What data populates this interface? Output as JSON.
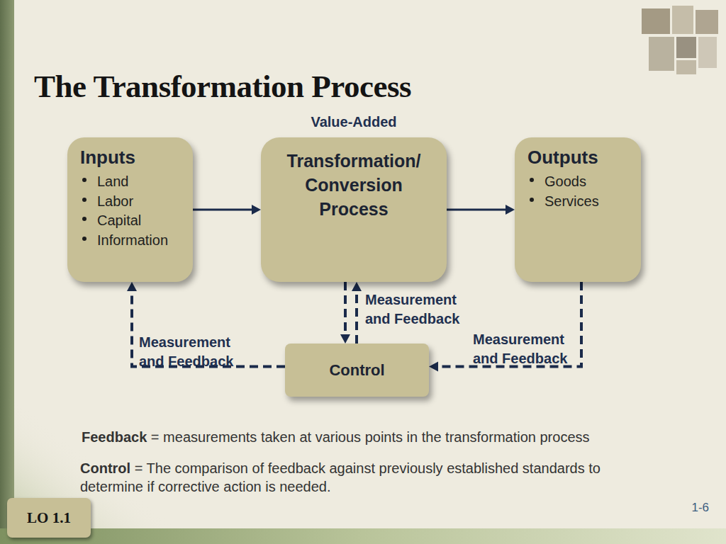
{
  "diagram": {
    "title": "The Transformation Process",
    "nodes": [
      {
        "text": [
          "Inputs",
          "Land",
          "Labor",
          "Capital",
          "Information"
        ]
      },
      {
        "text": [
          "Transformation/ Conversion Process"
        ]
      },
      {
        "text": [
          "Outputs",
          "Goods",
          "Services"
        ]
      },
      {
        "text": [
          "Control"
        ]
      }
    ],
    "edges": [
      {
        "from": 0,
        "to": 1,
        "arrow": "to"
      },
      {
        "from": 1,
        "to": 2,
        "arrow": "to"
      },
      {
        "from": 1,
        "to": 3,
        "arrow": "to"
      },
      {
        "from": 3,
        "to": 1,
        "arrow": "to",
        "label": "Measurement and Feedback"
      },
      {
        "from": 2,
        "to": 3,
        "arrow": "to",
        "label": "Measurement and Feedback"
      },
      {
        "from": 3,
        "to": 0,
        "arrow": "to",
        "label": "Measurement and Feedback"
      }
    ],
    "labels": [
      "Value-Added",
      "Feedback",
      "= measurements taken at various points in the transformation process",
      "Control",
      "= The comparison of feedback against previously established standards to determine if corrective action is needed.",
      "1-6",
      "LO 1.1"
    ]
  }
}
